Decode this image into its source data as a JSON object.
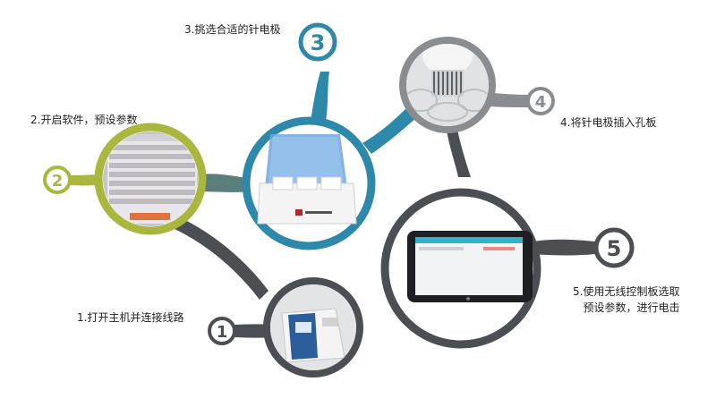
{
  "steps": [
    {
      "number": "1",
      "text": "1.打开主机并连接线路"
    },
    {
      "number": "2",
      "text": "2.开启软件，预设参数"
    },
    {
      "number": "3",
      "text": "3.挑选合适的针电极"
    },
    {
      "number": "4",
      "text": "4.将针电极插入孔板"
    },
    {
      "number": "5",
      "text_line1": "5.使用无线控制板选取",
      "text_line2": "预设参数，进行电击"
    }
  ],
  "colors": {
    "step1": "#4b4f54",
    "step2": "#a9b73f",
    "step3": "#2e88a9",
    "step4": "#8a8d90",
    "step5": "#4b4f54",
    "badge_bg": "#ffffff",
    "device_blue": "#2c5e9c",
    "lid_blue": "#6fa6df"
  },
  "icons": {
    "step1": "electroporator-device-photo",
    "step2": "software-parameter-screen",
    "step3": "needle-electrode-box",
    "step4": "electrode-plate-insertion",
    "step5": "wireless-tablet-controller"
  }
}
